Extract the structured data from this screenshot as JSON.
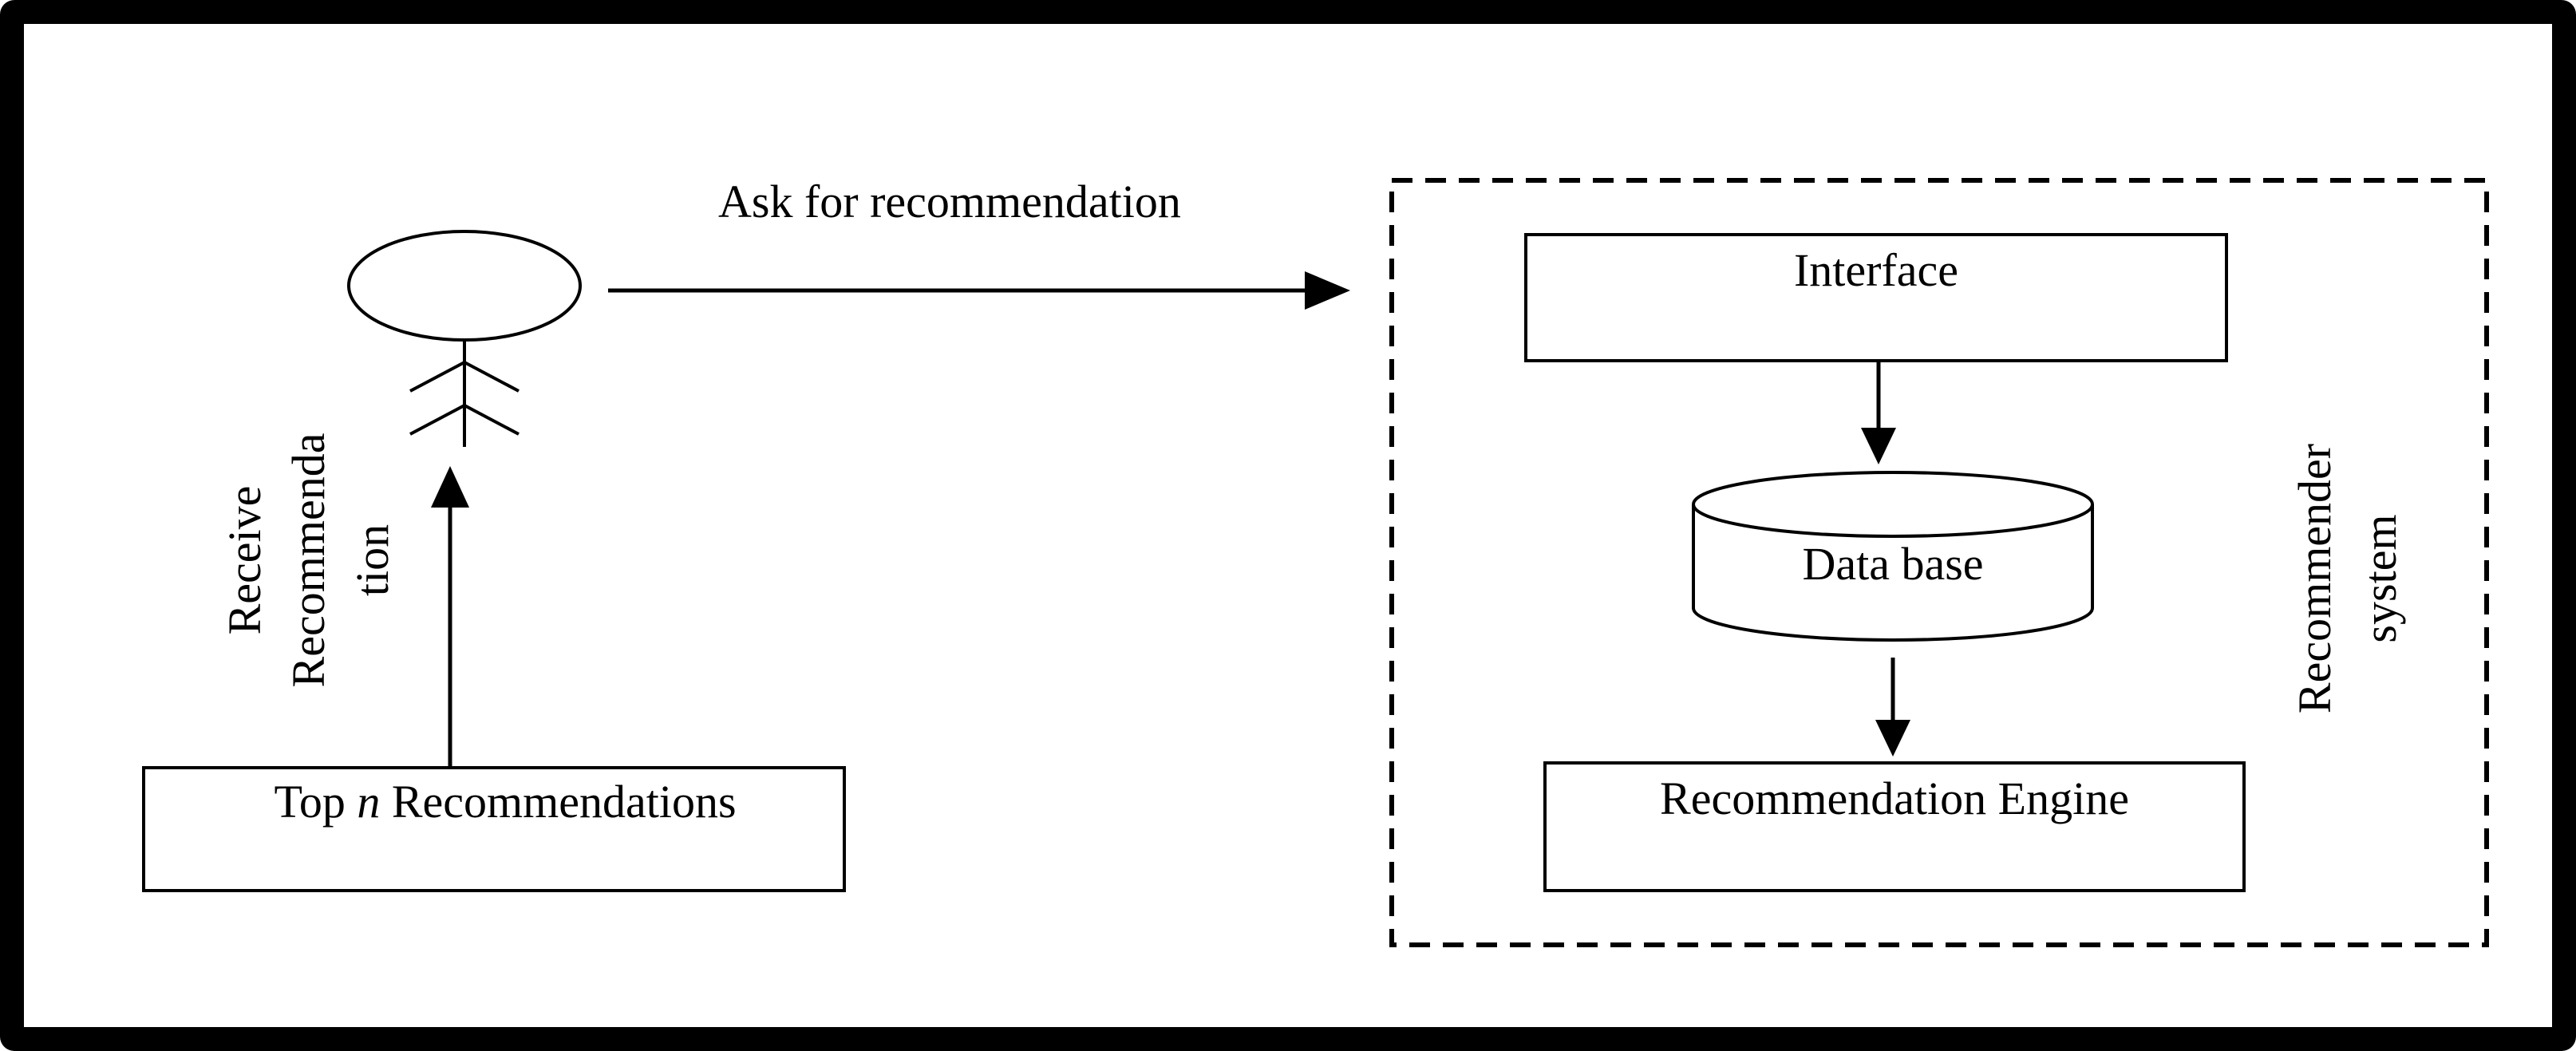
{
  "user": {
    "ask_label": "Ask for recommendation",
    "receive_lines": [
      "Receive",
      "Recommenda",
      "tion"
    ]
  },
  "top_n": {
    "prefix": "Top ",
    "n": "n",
    "suffix": " Recommendations"
  },
  "system": {
    "label_lines": [
      "Recommender",
      "system"
    ],
    "interface": "Interface",
    "database": "Data base",
    "engine": "Recommendation Engine"
  }
}
